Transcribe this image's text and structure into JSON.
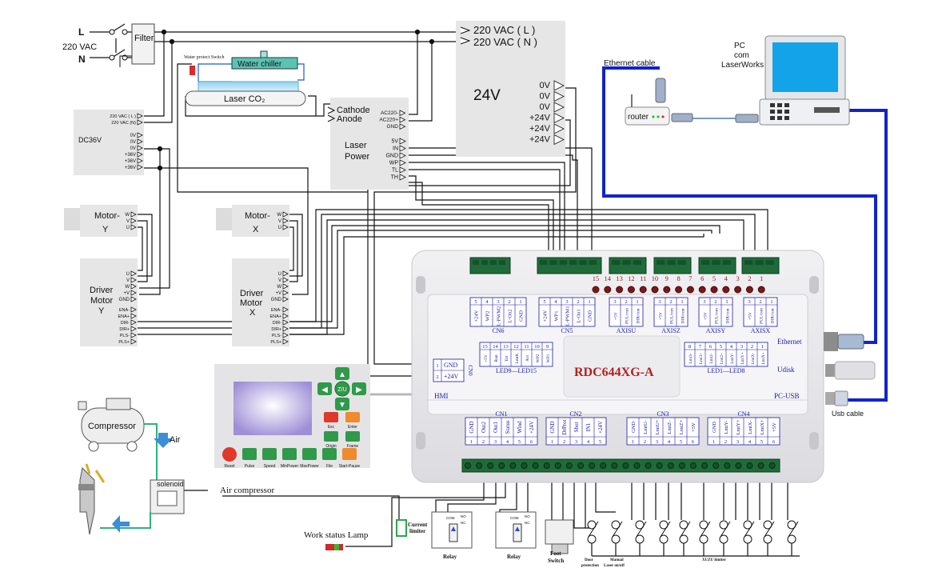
{
  "power": {
    "L": "L",
    "N": "N",
    "vac": "220 VAC",
    "filter": "Filter",
    "vac_L": "220 VAC ( L )",
    "vac_N": "220 VAC ( N )"
  },
  "psu24": {
    "label": "24V",
    "outputs": [
      "0V",
      "0V",
      "0V",
      "+24V",
      "+24V",
      "+24V"
    ]
  },
  "chiller": {
    "switch": "Water protect Switch",
    "label": "Water chiller"
  },
  "laser_tube": {
    "label": "Laser CO₂"
  },
  "laser_power": {
    "cathode": "Cathode",
    "anode": "Anode",
    "label_line1": "Laser",
    "label_line2": "Power",
    "ac_pins": [
      "AC220-",
      "AC220+",
      "GND"
    ],
    "ctrl_pins": [
      "5V",
      "IN",
      "GND",
      "WP",
      "TL",
      "TH"
    ]
  },
  "dc36": {
    "label": "DC36V",
    "ac_pins": [
      "220 VAC ( L )",
      "220 VAC (N)"
    ],
    "pins": [
      "0V",
      "0V",
      "0V",
      "+36V",
      "+36V",
      "+36V"
    ]
  },
  "motors": [
    {
      "label_line1": "Motor-",
      "label_line2": "Y",
      "pins": [
        "W",
        "V",
        "U"
      ]
    },
    {
      "label_line1": "Motor-",
      "label_line2": "X",
      "pins": [
        "W",
        "V",
        "U"
      ]
    }
  ],
  "drivers": [
    {
      "label_line1": "Driver",
      "label_line2": "Motor",
      "label_line3": "Y",
      "pins_top": [
        "U",
        "V",
        "W",
        "+V",
        "GND"
      ],
      "pins_bottom": [
        "ENA-",
        "ENA+",
        "DIR-",
        "DIR+",
        "PLS-",
        "PLS+"
      ]
    },
    {
      "label_line1": "Driver",
      "label_line2": "Motor",
      "label_line3": "X",
      "pins_top": [
        "U",
        "V",
        "W",
        "+V",
        "GND"
      ],
      "pins_bottom": [
        "ENA-",
        "ENA+",
        "DIR-",
        "DIR+",
        "PLS-",
        "PLS+"
      ]
    }
  ],
  "pc": {
    "label_line1": "PC",
    "label_line2": "com",
    "label_line3": "LaserWorks",
    "ethernet_cable": "Ethernet cable",
    "router": "router",
    "usb_cable": "Usb cable"
  },
  "controller": {
    "model": "RDC644XG-A",
    "led_numbers": [
      "15",
      "14",
      "13",
      "12",
      "11",
      "10",
      "9",
      "8",
      "7",
      "6",
      "5",
      "4",
      "3",
      "2",
      "1"
    ],
    "side_labels": {
      "ethernet": "Ethernet",
      "udisk": "Udisk",
      "pcusb": "PC-USB",
      "hmi": "HMI"
    },
    "cn6": {
      "name": "CN6",
      "pins": [
        "+24V",
        "WP2",
        "L-PWM2",
        "L-On2",
        "GND"
      ],
      "nums": [
        "5",
        "4",
        "3",
        "2",
        "1"
      ]
    },
    "cn5": {
      "name": "CN5",
      "pins": [
        "+24V",
        "WP1",
        "L-PWM1",
        "L-On1",
        "GND"
      ],
      "nums": [
        "5",
        "4",
        "3",
        "2",
        "1"
      ]
    },
    "axes": [
      {
        "name": "AXISU",
        "pins": [
          "+5V",
          "PUL/con",
          "DIR/con"
        ],
        "nums": [
          "3",
          "2",
          "1"
        ]
      },
      {
        "name": "AXISZ",
        "pins": [
          "+5V",
          "PUL/con",
          "DIR/con"
        ],
        "nums": [
          "3",
          "2",
          "1"
        ]
      },
      {
        "name": "AXISY",
        "pins": [
          "+5V",
          "PUL/con",
          "DIR/con"
        ],
        "nums": [
          "3",
          "2",
          "1"
        ]
      },
      {
        "name": "AXISX",
        "pins": [
          "+5V",
          "PUL/con",
          "DIR/con"
        ],
        "nums": [
          "3",
          "2",
          "1"
        ]
      }
    ],
    "led9_15": {
      "label": "LED9—LED15",
      "pins": [
        "+5V",
        "Run",
        "Err",
        "LmtK",
        "Act",
        "WP2",
        "WP1"
      ],
      "nums": [
        "15",
        "14",
        "13",
        "12",
        "11",
        "10",
        "9"
      ]
    },
    "led1_8": {
      "label": "LED1—LED8",
      "pins": [
        "Lmt3-",
        "Lmt3+",
        "Lmt2-",
        "Lmt2+",
        "LmtY-",
        "LmtY+",
        "LmtX-",
        "LmtX+"
      ],
      "nums": [
        "8",
        "7",
        "6",
        "5",
        "4",
        "3",
        "2",
        "1"
      ]
    },
    "cn0": {
      "name": "CN0",
      "pins": [
        "GND",
        "+24V"
      ],
      "nums": [
        "1",
        "2"
      ]
    },
    "cn1": {
      "name": "CN1",
      "pins": [
        "GND",
        "Out2",
        "Out1",
        "Status",
        "Wind",
        "+24V"
      ],
      "nums": [
        "1",
        "2",
        "3",
        "4",
        "5",
        "6"
      ]
    },
    "cn2": {
      "name": "CN2",
      "pins": [
        "GND",
        "DrProt",
        "Shot",
        "IN1",
        "+24V"
      ],
      "nums": [
        "1",
        "2",
        "3",
        "4",
        "5"
      ]
    },
    "cn3": {
      "name": "CN3",
      "pins": [
        "GND",
        "LmtU-",
        "LmtU+",
        "LmtZ-",
        "LmtZ+",
        "+5V"
      ],
      "nums": [
        "1",
        "2",
        "3",
        "4",
        "5",
        "6"
      ]
    },
    "cn4": {
      "name": "CN4",
      "pins": [
        "GND",
        "LmtY-",
        "LmtY+",
        "LmtX-",
        "LmtX+",
        "+5V"
      ],
      "nums": [
        "1",
        "2",
        "3",
        "4",
        "5",
        "6"
      ]
    }
  },
  "hmi": {
    "buttons": [
      {
        "label": "Reset",
        "color": "#e0382b"
      },
      {
        "label": "Pulse",
        "color": "#2f9a4a"
      },
      {
        "label": "Speed",
        "color": "#2f9a4a"
      },
      {
        "label": "MinPower",
        "color": "#2f9a4a"
      },
      {
        "label": "MaxPower",
        "color": "#2f9a4a"
      },
      {
        "label": "File",
        "color": "#2f9a4a"
      },
      {
        "label": "Start-Pause",
        "color": "#ef8a2e"
      }
    ],
    "keys": [
      {
        "label": "Esc",
        "color": "#e0382b"
      },
      {
        "label": "Enter",
        "color": "#ef8a2e"
      },
      {
        "label": "Origin",
        "color": "#2f9a4a"
      },
      {
        "label": "Frame",
        "color": "#2f9a4a"
      }
    ],
    "center_key": "Z/U"
  },
  "air": {
    "compressor": "Compressor",
    "air": "Air",
    "solenoid": "solenoid",
    "air_compressor": "Air compressor"
  },
  "bottom": {
    "work_lamp": "Work status Lamp",
    "current_limiter_line1": "Current",
    "current_limiter_line2": "limiter",
    "relay": "Relay",
    "com": "COM",
    "no": "NO",
    "nc": "NC",
    "foot_switch_line1": "Foot",
    "foot_switch_line2": "Switch",
    "door_protection_line1": "Door",
    "door_protection_line2": "protection",
    "manual_laser_line1": "Manual",
    "manual_laser_line2": "Laser on/off",
    "xuzu_limiter": "XUZU limiter"
  },
  "colors": {
    "controller_body": "#e8e8ea",
    "connector_green": "#1f6b3a",
    "label_blue": "#1a1aa8",
    "model_red": "#b32020",
    "cable_blue": "#1024c8",
    "air_pipe": "#2db37a",
    "psu_gray": "#e6e6e6"
  }
}
